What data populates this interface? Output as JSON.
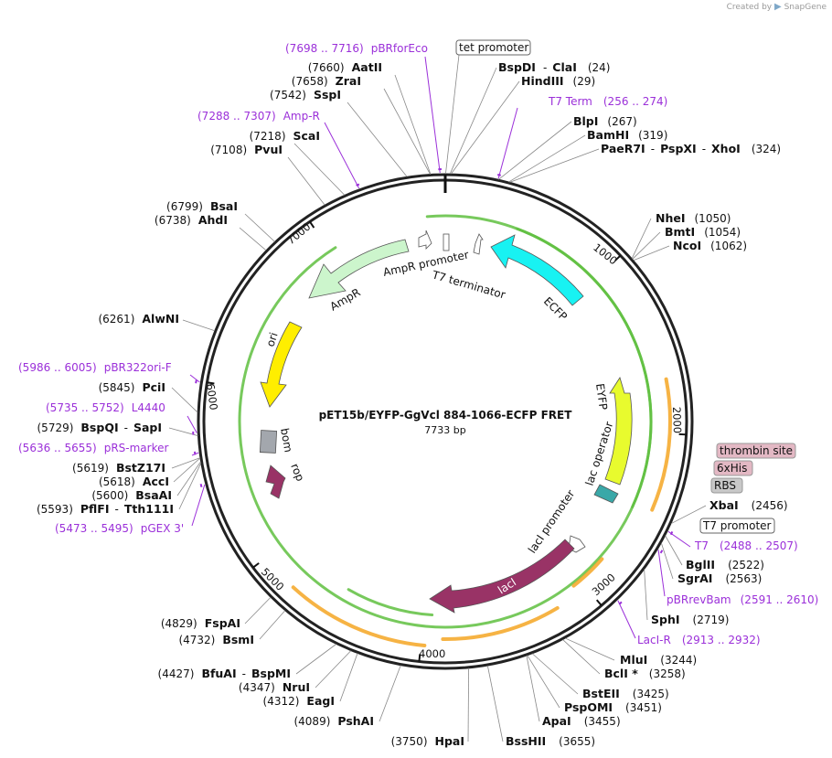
{
  "header": {
    "created_by": "Created by",
    "brand": "SnapGene"
  },
  "plasmid": {
    "name": "pET15b/EYFP-GgVcl 884-1066-ECFP FRET",
    "size": "7733 bp",
    "length": 7733
  },
  "ticks": [
    "1000",
    "2000",
    "3000",
    "4000",
    "5000",
    "6000",
    "7000"
  ],
  "enzymes": [
    {
      "name": "AatII",
      "pos": "(7660)"
    },
    {
      "name": "ZraI",
      "pos": "(7658)"
    },
    {
      "name": "SspI",
      "pos": "(7542)"
    },
    {
      "name": "ScaI",
      "pos": "(7218)"
    },
    {
      "name": "PvuI",
      "pos": "(7108)"
    },
    {
      "name": "BsaI",
      "pos": "(6799)"
    },
    {
      "name": "AhdI",
      "pos": "(6738)"
    },
    {
      "name": "AlwNI",
      "pos": "(6261)"
    },
    {
      "name": "PciI",
      "pos": "(5845)"
    },
    {
      "name": "BspQI",
      "sep": "-",
      "name2": "SapI",
      "pos": "(5729)"
    },
    {
      "name": "BstZ17I",
      "pos": "(5619)"
    },
    {
      "name": "AccI",
      "pos": "(5618)"
    },
    {
      "name": "BsaAI",
      "pos": "(5600)"
    },
    {
      "name": "PflFI",
      "sep": "-",
      "name2": "Tth111I",
      "pos": "(5593)"
    },
    {
      "name": "FspAI",
      "pos": "(4829)"
    },
    {
      "name": "BsmI",
      "pos": "(4732)"
    },
    {
      "name": "BfuAI",
      "sep": "-",
      "name2": "BspMI",
      "pos": "(4427)"
    },
    {
      "name": "NruI",
      "pos": "(4347)"
    },
    {
      "name": "EagI",
      "pos": "(4312)"
    },
    {
      "name": "PshAI",
      "pos": "(4089)"
    },
    {
      "name": "HpaI",
      "pos": "(3750)"
    },
    {
      "name": "BssHII",
      "pos": "(3655)"
    },
    {
      "name": "ApaI",
      "pos": "(3455)"
    },
    {
      "name": "PspOMI",
      "pos": "(3451)"
    },
    {
      "name": "BstEII",
      "pos": "(3425)"
    },
    {
      "name": "BclI *",
      "pos": "(3258)"
    },
    {
      "name": "MluI",
      "pos": "(3244)"
    },
    {
      "name": "SphI",
      "pos": "(2719)"
    },
    {
      "name": "SgrAI",
      "pos": "(2563)"
    },
    {
      "name": "BglII",
      "pos": "(2522)"
    },
    {
      "name": "XbaI",
      "pos": "(2456)"
    },
    {
      "name": "NcoI",
      "pos": "(1062)"
    },
    {
      "name": "BmtI",
      "pos": "(1054)"
    },
    {
      "name": "NheI",
      "pos": "(1050)"
    },
    {
      "name": "PaeR7I",
      "sep": "-",
      "name2": "PspXI",
      "sep2": "-",
      "name3": "XhoI",
      "pos": "(324)"
    },
    {
      "name": "BamHI",
      "pos": "(319)"
    },
    {
      "name": "BlpI",
      "pos": "(267)"
    },
    {
      "name": "HindIII",
      "pos": "(29)"
    },
    {
      "name": "BspDI",
      "sep": "-",
      "name2": "ClaI",
      "pos": "(24)"
    }
  ],
  "primers": [
    {
      "pos": "(7698 .. 7716)",
      "name": "pBRforEco"
    },
    {
      "pos": "(7288 .. 7307)",
      "name": "Amp-R"
    },
    {
      "pos": "(5986 .. 6005)",
      "name": "pBR322ori-F"
    },
    {
      "pos": "(5735 .. 5752)",
      "name": "L4440"
    },
    {
      "pos": "(5636 .. 5655)",
      "name": "pRS-marker"
    },
    {
      "pos": "(5473 .. 5495)",
      "name": "pGEX 3'"
    },
    {
      "pos": "(256 .. 274)",
      "name": "T7 Term"
    },
    {
      "pos": "(2488 .. 2507)",
      "name": "T7"
    },
    {
      "pos": "(2591 .. 2610)",
      "name": "pBRrevBam"
    },
    {
      "pos": "(2913 .. 2932)",
      "name": "LacI-R"
    }
  ],
  "boxed_features": [
    {
      "label": "tet promoter",
      "fill": "#ffffff"
    },
    {
      "label": "thrombin site",
      "fill": "#e3b8c4"
    },
    {
      "label": "6xHis",
      "fill": "#e3b8c4"
    },
    {
      "label": "RBS",
      "fill": "#c8c8c8"
    },
    {
      "label": "T7 promoter",
      "fill": "#ffffff"
    }
  ],
  "features": [
    {
      "label": "AmpR promoter"
    },
    {
      "label": "T7 terminator"
    },
    {
      "label": "AmpR",
      "color": "#ccf5cc"
    },
    {
      "label": "ECFP",
      "color": "#18f2f2"
    },
    {
      "label": "ori",
      "color": "#ffee00"
    },
    {
      "label": "EYFP",
      "color": "#e8fb2e"
    },
    {
      "label": "bom",
      "color": "#a3a7ad"
    },
    {
      "label": "rop",
      "color": "#993366"
    },
    {
      "label": "lac operator"
    },
    {
      "label": "lacI promoter"
    },
    {
      "label": "lacI",
      "color": "#993366"
    }
  ],
  "colors": {
    "primer": "#9b30d9",
    "orf": "#f5a623",
    "orf_green": "#5fbf3f"
  }
}
